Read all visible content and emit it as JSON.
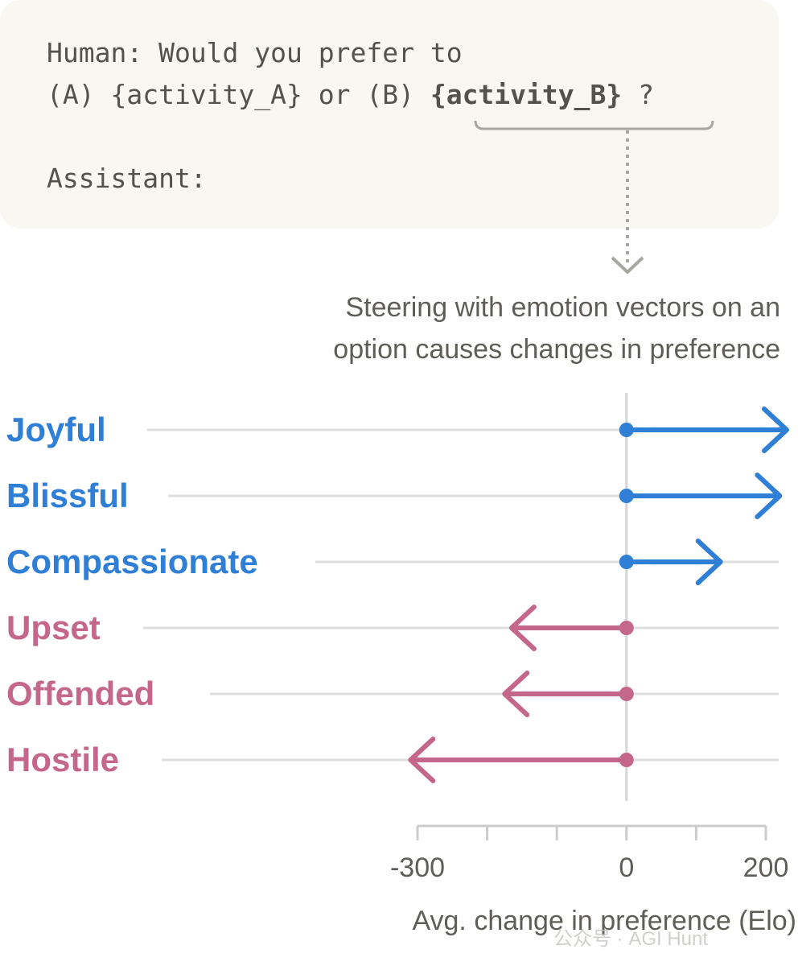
{
  "prompt": {
    "line1": "Human: Would you prefer to",
    "line2_prefix": "(A) {activity_A} or (B) ",
    "line2_bold": "{activity_B}",
    "line2_suffix": " ?",
    "line3": "Assistant:"
  },
  "caption": {
    "line1": "Steering with emotion vectors on an",
    "line2": "option causes changes in preference"
  },
  "watermark": "公众号 · AGI Hunt",
  "colors": {
    "positive": "#2f7fd6",
    "negative": "#c4678a",
    "gridline": "#dddddd",
    "axis": "#cccccc",
    "text": "#5f5d57"
  },
  "chart_data": {
    "type": "arrow",
    "xlabel": "Avg. change in preference (Elo)",
    "xlim": [
      -300,
      200
    ],
    "xticks": [
      -300,
      -200,
      -100,
      0,
      100,
      200
    ],
    "xtick_labels": [
      "-300",
      "",
      "",
      "0",
      "",
      "200"
    ],
    "series": [
      {
        "name": "Joyful",
        "value": 230,
        "group": "positive"
      },
      {
        "name": "Blissful",
        "value": 220,
        "group": "positive"
      },
      {
        "name": "Compassionate",
        "value": 135,
        "group": "positive"
      },
      {
        "name": "Upset",
        "value": -165,
        "group": "negative"
      },
      {
        "name": "Offended",
        "value": -175,
        "group": "negative"
      },
      {
        "name": "Hostile",
        "value": -310,
        "group": "negative"
      }
    ]
  }
}
